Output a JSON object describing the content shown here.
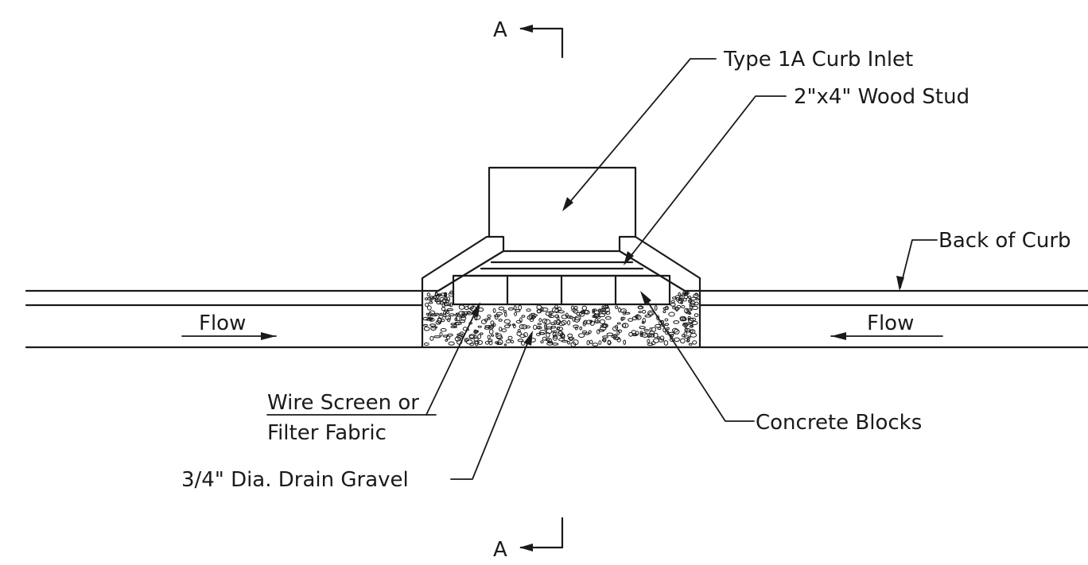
{
  "labels": {
    "type_1a_curb_inlet": "Type 1A Curb Inlet",
    "wood_stud": "2\"x4\" Wood Stud",
    "back_of_curb": "Back of Curb",
    "flow_left": "Flow",
    "flow_right": "Flow",
    "wire_screen_line1": "Wire Screen or",
    "wire_screen_line2": "Filter Fabric",
    "drain_gravel": "3/4\" Dia. Drain Gravel",
    "concrete_blocks": "Concrete Blocks",
    "section_top": "A",
    "section_bottom": "A"
  },
  "colors": {
    "line": "#1a1a1a",
    "background": "#ffffff"
  }
}
